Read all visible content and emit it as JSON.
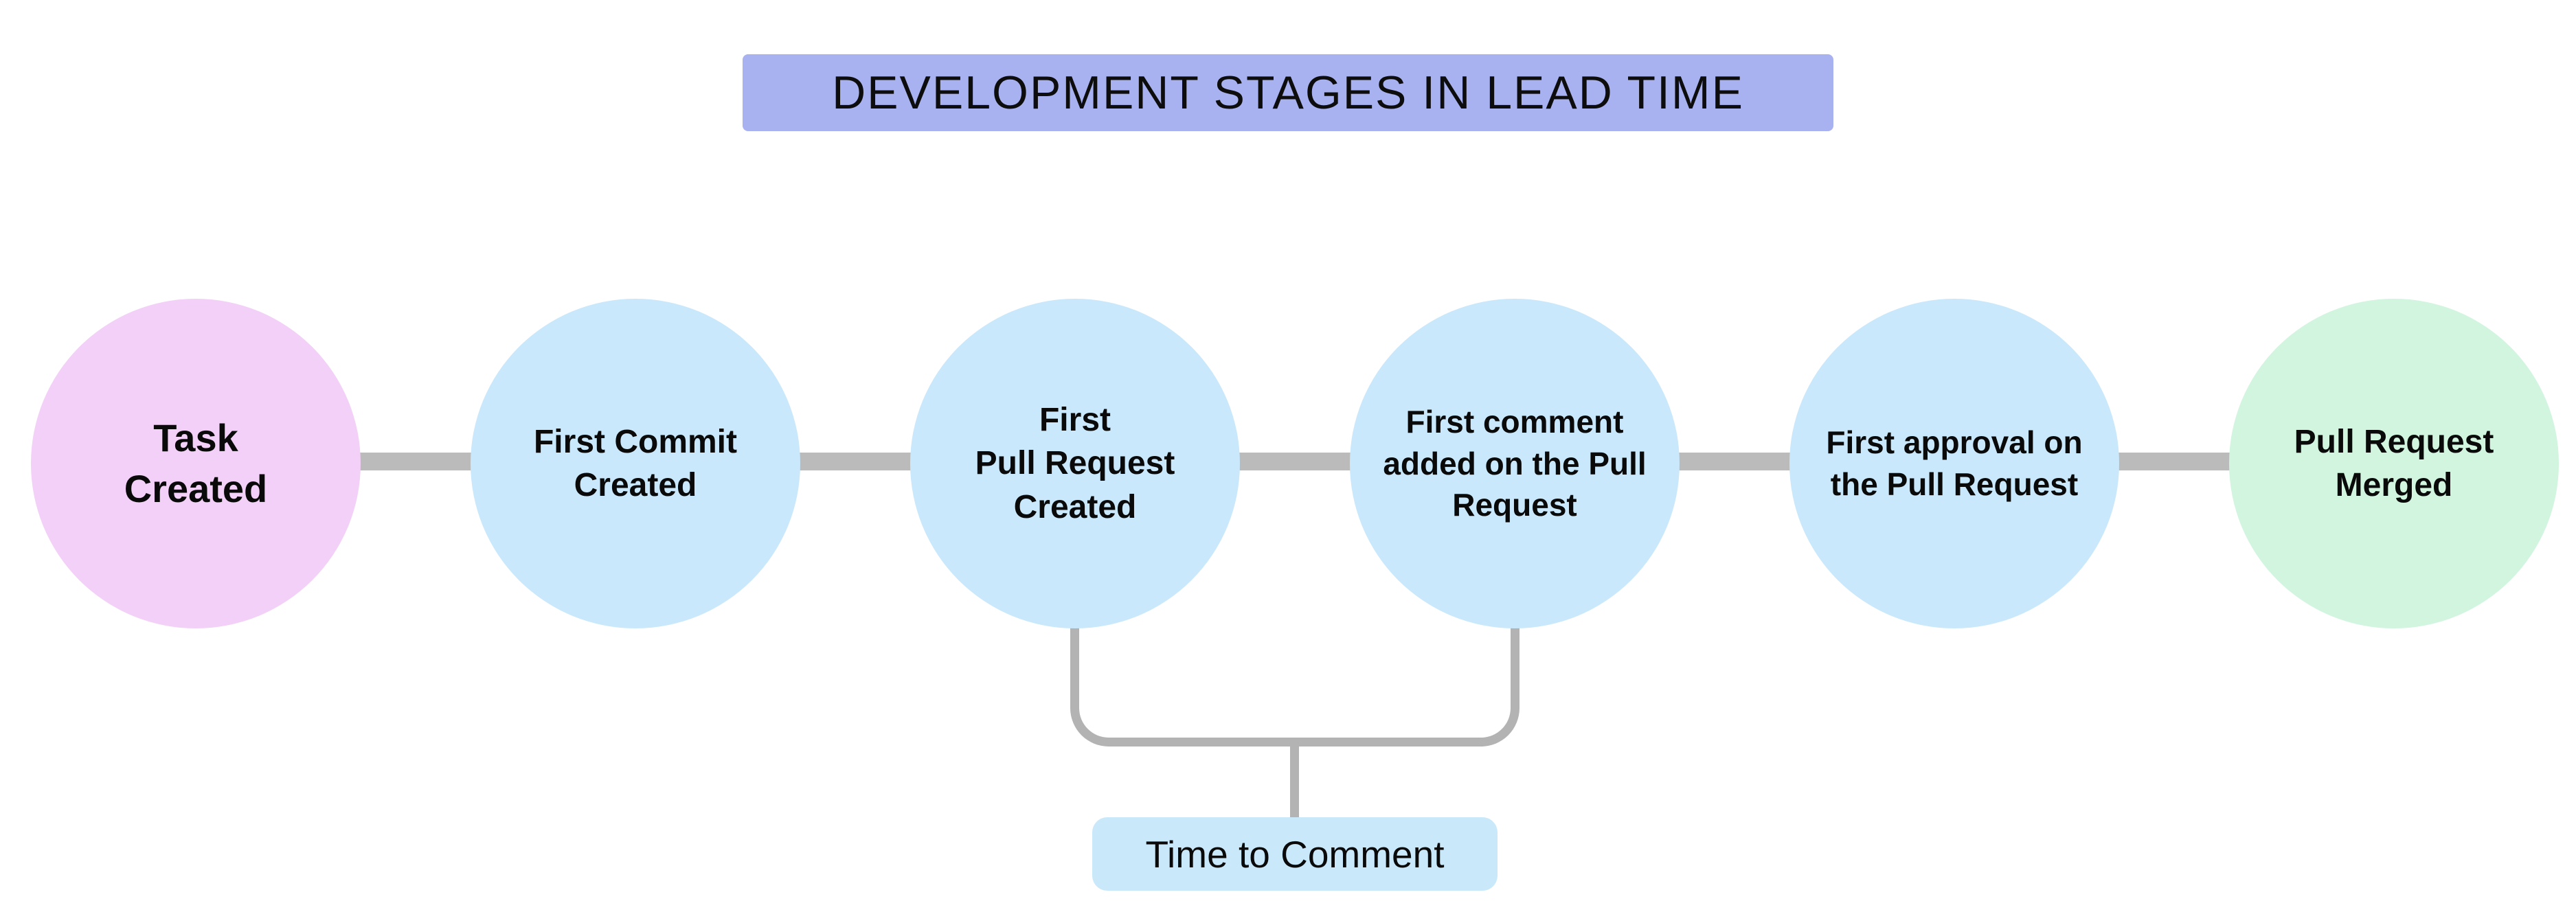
{
  "title": "DEVELOPMENT STAGES IN LEAD TIME",
  "nodes": [
    {
      "id": "task-created",
      "label": "Task\nCreated",
      "color": "#f3d0f7"
    },
    {
      "id": "first-commit-created",
      "label": "First Commit\nCreated",
      "color": "#cae8fb"
    },
    {
      "id": "first-pull-request-created",
      "label": "First\nPull Request\nCreated",
      "color": "#cae8fb"
    },
    {
      "id": "first-comment-added",
      "label": "First comment\nadded on the Pull\nRequest",
      "color": "#cae8fb"
    },
    {
      "id": "first-approval",
      "label": "First approval on\nthe Pull Request",
      "color": "#cae8fb"
    },
    {
      "id": "pull-request-merged",
      "label": "Pull Request\nMerged",
      "color": "#d1f5de"
    }
  ],
  "callout": {
    "label": "Time to Comment",
    "connects": [
      "first-pull-request-created",
      "first-comment-added"
    ],
    "color": "#c9e9fb"
  },
  "colors": {
    "title_background": "#a9b2f0",
    "connector_gray": "#bbbbbc",
    "bracket_gray": "#b3b3b3",
    "text": "#0a0a0a",
    "background": "#ffffff"
  }
}
